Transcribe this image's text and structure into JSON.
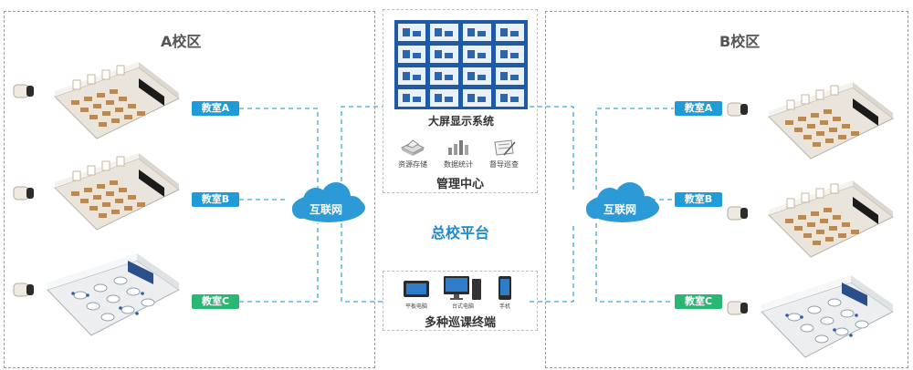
{
  "campus_a": {
    "title": "A校区"
  },
  "campus_b": {
    "title": "B校区"
  },
  "classrooms": [
    "教室A",
    "教室B",
    "教室C"
  ],
  "cloud_label": "互联网",
  "platform_title": "总校平台",
  "management": {
    "screen_caption": "大屏显示系统",
    "icons": [
      "资源存储",
      "数据统计",
      "督导巡查"
    ],
    "title": "管理中心"
  },
  "terminals": {
    "devices": [
      "平板电脑",
      "台式电脑",
      "手机"
    ],
    "title": "多种巡课终端"
  },
  "colors": {
    "line": "#3ba9d9",
    "tag_blue": "#1f9bd7",
    "tag_green": "#2ab673",
    "screen": "#1f5aa8"
  }
}
